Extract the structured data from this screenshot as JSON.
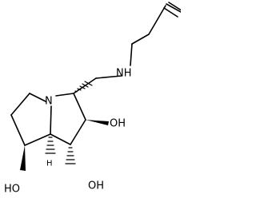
{
  "structure": {
    "labels": {
      "amine_nh": "NH",
      "ring_nitrogen": "N",
      "hydroxyl_c2": "OH",
      "hydroxyl_c1": "OH",
      "hydroxyl_c7": "HO",
      "bridgehead_h": "H"
    }
  }
}
